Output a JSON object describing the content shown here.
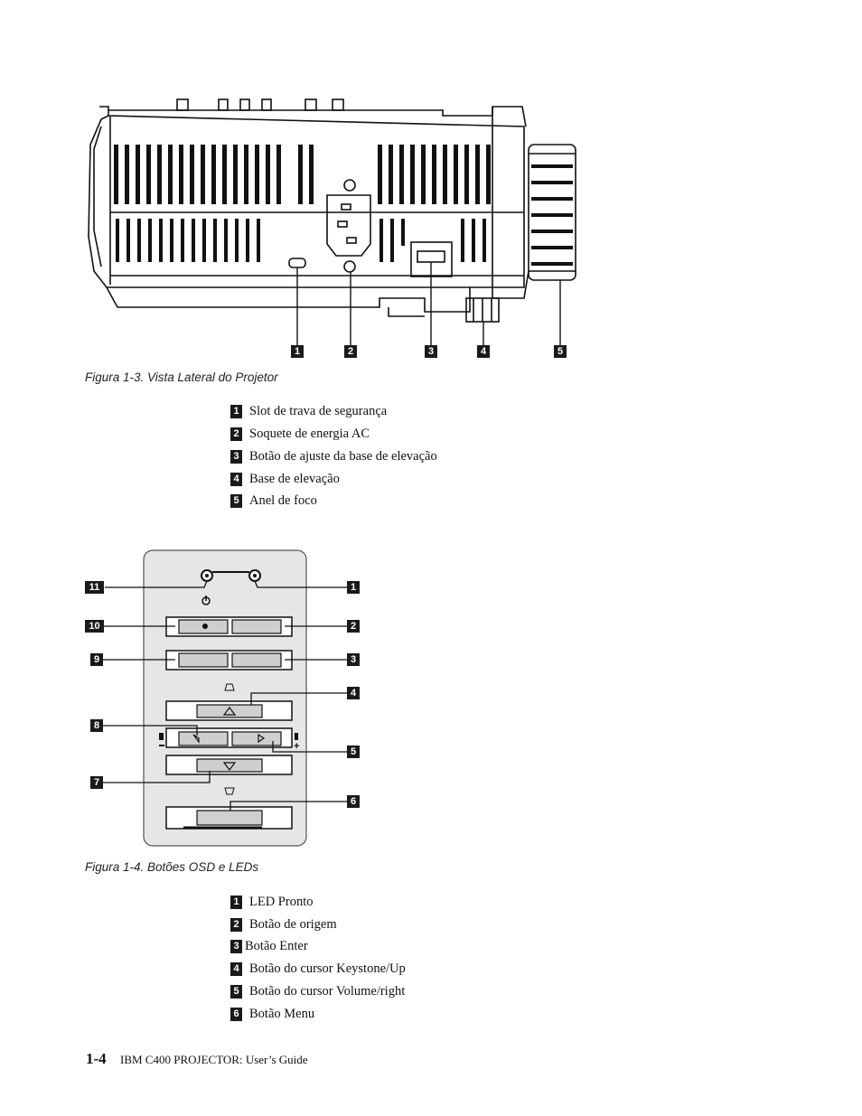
{
  "figure1": {
    "caption": "Figura 1-3. Vista Lateral do Projetor",
    "callouts": [
      "1",
      "2",
      "3",
      "4",
      "5"
    ],
    "legend": [
      {
        "num": "1",
        "text": "Slot de trava de segurança"
      },
      {
        "num": "2",
        "text": "Soquete de energia AC"
      },
      {
        "num": "3",
        "text": "Botão de ajuste da base de elevação"
      },
      {
        "num": "4",
        "text": "Base de elevação"
      },
      {
        "num": "5",
        "text": "Anel de foco"
      }
    ]
  },
  "figure2": {
    "caption": "Figura 1-4. Botões OSD e LEDs",
    "callouts_left": [
      "11",
      "10",
      "9",
      "8",
      "7"
    ],
    "callouts_right": [
      "1",
      "2",
      "3",
      "4",
      "5",
      "6"
    ],
    "legend": [
      {
        "num": "1",
        "text": "LED Pronto"
      },
      {
        "num": "2",
        "text": "Botão de origem"
      },
      {
        "num": "3",
        "text": "Botão Enter"
      },
      {
        "num": "4",
        "text": "Botão do cursor Keystone/Up"
      },
      {
        "num": "5",
        "text": "Botão do cursor Volume/right"
      },
      {
        "num": "6",
        "text": "Botão Menu"
      }
    ]
  },
  "footer": {
    "page_number": "1-4",
    "title": "IBM C400 PROJECTOR: User’s Guide"
  }
}
